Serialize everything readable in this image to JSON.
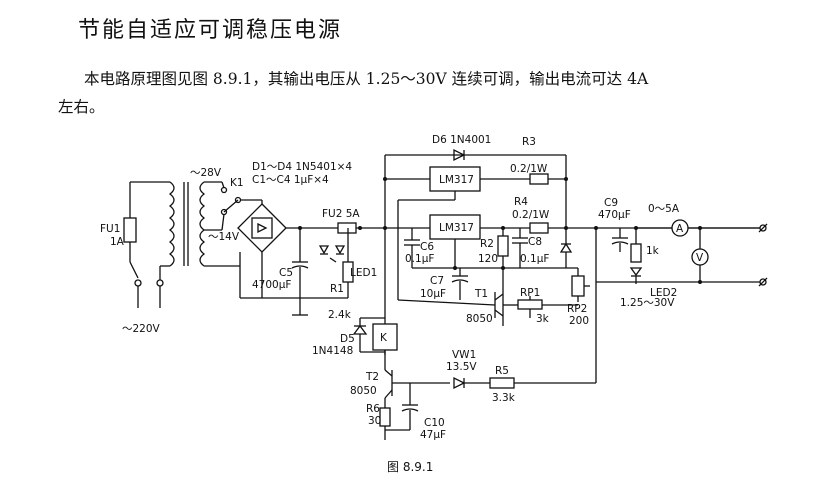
{
  "title": "节能自适应可调稳压电源",
  "paragraph_line1": "本电路原理图见图 8.9.1，其输出电压从 1.25～30V 连续可调，输出电流可达 4A",
  "paragraph_line2": "左右。",
  "figure_caption": "图 8.9.1",
  "labels": {
    "fu1": "FU1",
    "fu1_rating": "1A",
    "mains": "～220V",
    "sec_high": "～28V",
    "sec_low": "～14V",
    "k1": "K1",
    "d1_d4": "D1～D4  1N5401×4",
    "c1_c4": "C1～C4  1μF×4",
    "fu2": "FU2  5A",
    "c5": "C5",
    "c5_value": "4700μF",
    "r1": "R1",
    "r1_value": "2.4k",
    "led1": "LED1",
    "d6": "D6  1N4001",
    "r3": "R3",
    "r3_value": "0.2/1W",
    "lm317_top": "LM317",
    "lm317_bottom": "LM317",
    "r4": "R4",
    "r4_value": "0.2/1W",
    "c9": "C9",
    "c9_value": "470μF",
    "ammeter_range": "0～5A",
    "ammeter_symbol": "A",
    "voltmeter_symbol": "V",
    "c6": "C6",
    "c6_value": "0.1μF",
    "r2": "R2",
    "r2_value": "120",
    "c8": "C8",
    "c8_value": "0.1μF",
    "r_1k": "1k",
    "led2": "LED2",
    "vout_range": "1.25～30V",
    "c7": "C7",
    "c7_value": "10μF",
    "t1": "T1",
    "t1_type": "8050",
    "rp1": "RP1",
    "rp1_value": "3k",
    "rp2": "RP2",
    "rp2_value": "200",
    "d5": "D5",
    "d5_type": "1N4148",
    "relay_k": "K",
    "vw1": "VW1",
    "vw1_value": "13.5V",
    "r5": "R5",
    "r5_value": "3.3k",
    "t2": "T2",
    "t2_type": "8050",
    "r6": "R6",
    "r6_value": "30",
    "c10": "C10",
    "c10_value": "47μF"
  }
}
